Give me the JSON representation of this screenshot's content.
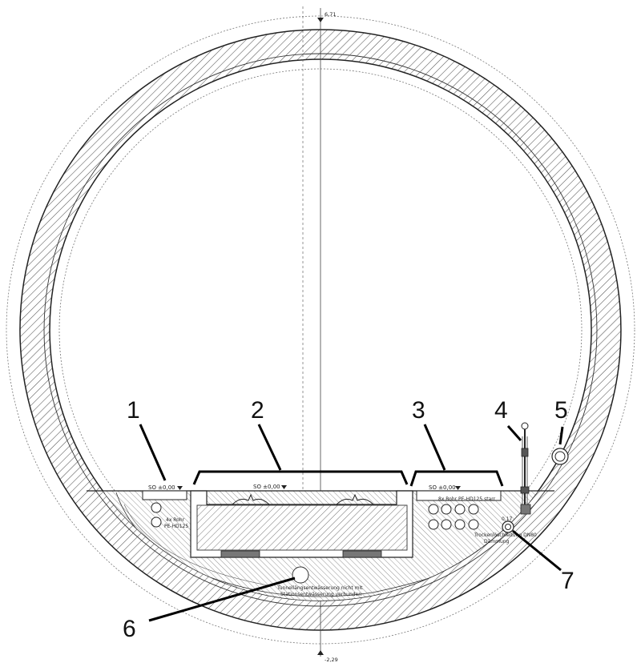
{
  "elevations": {
    "top": "6,71",
    "bottom": "-2,29"
  },
  "level_marks": {
    "left": "SO  ±0,00",
    "center": "SO  ±0,00",
    "right": "SO  ±0,00"
  },
  "annotations": {
    "left_pipes_1": "4x Rohr",
    "left_pipes_2": "PE-HD125 starr",
    "right_pipes": "8x Rohr  PE-HD125 starr",
    "dry_line": "Trockenlöschleitung DN80",
    "insulation": "Dämmung",
    "small_dim": "0,17",
    "drainage_1": "Tunnellängsentwässerung nicht mit",
    "drainage_2": "Stationsentwässerung verbunden"
  },
  "callouts": [
    "1",
    "2",
    "3",
    "4",
    "5",
    "6",
    "7"
  ]
}
